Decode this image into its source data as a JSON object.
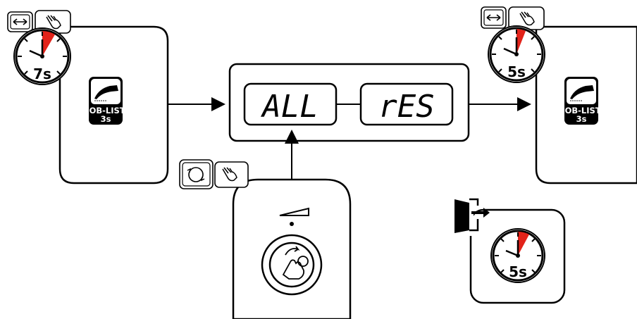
{
  "colors": {
    "ink": "#000000",
    "accent_red": "#e2231a",
    "paper": "#ffffff"
  },
  "left_panel": {
    "timer_label": "7s",
    "icons": [
      "swap-arrows-icon",
      "hand-press-icon",
      "timer-icon",
      "torch-icon"
    ],
    "torch_badge": {
      "line1": "JOB-LIST",
      "line2": "3s"
    }
  },
  "display": {
    "left_text": "ALL",
    "right_text": "rES"
  },
  "control_panel": {
    "icons": [
      "rotate-icon",
      "hand-press-icon",
      "ramp-icon",
      "control-knob-icon",
      "touch-knob-icon"
    ]
  },
  "right_panel": {
    "timer_label": "5s",
    "icons": [
      "swap-arrows-icon",
      "hand-press-icon",
      "timer-icon",
      "torch-icon"
    ],
    "torch_badge": {
      "line1": "JOB-LIST",
      "line2": "3s"
    }
  },
  "exit_panel": {
    "timer_label": "5s",
    "icons": [
      "exit-door-icon",
      "timer-icon"
    ]
  }
}
